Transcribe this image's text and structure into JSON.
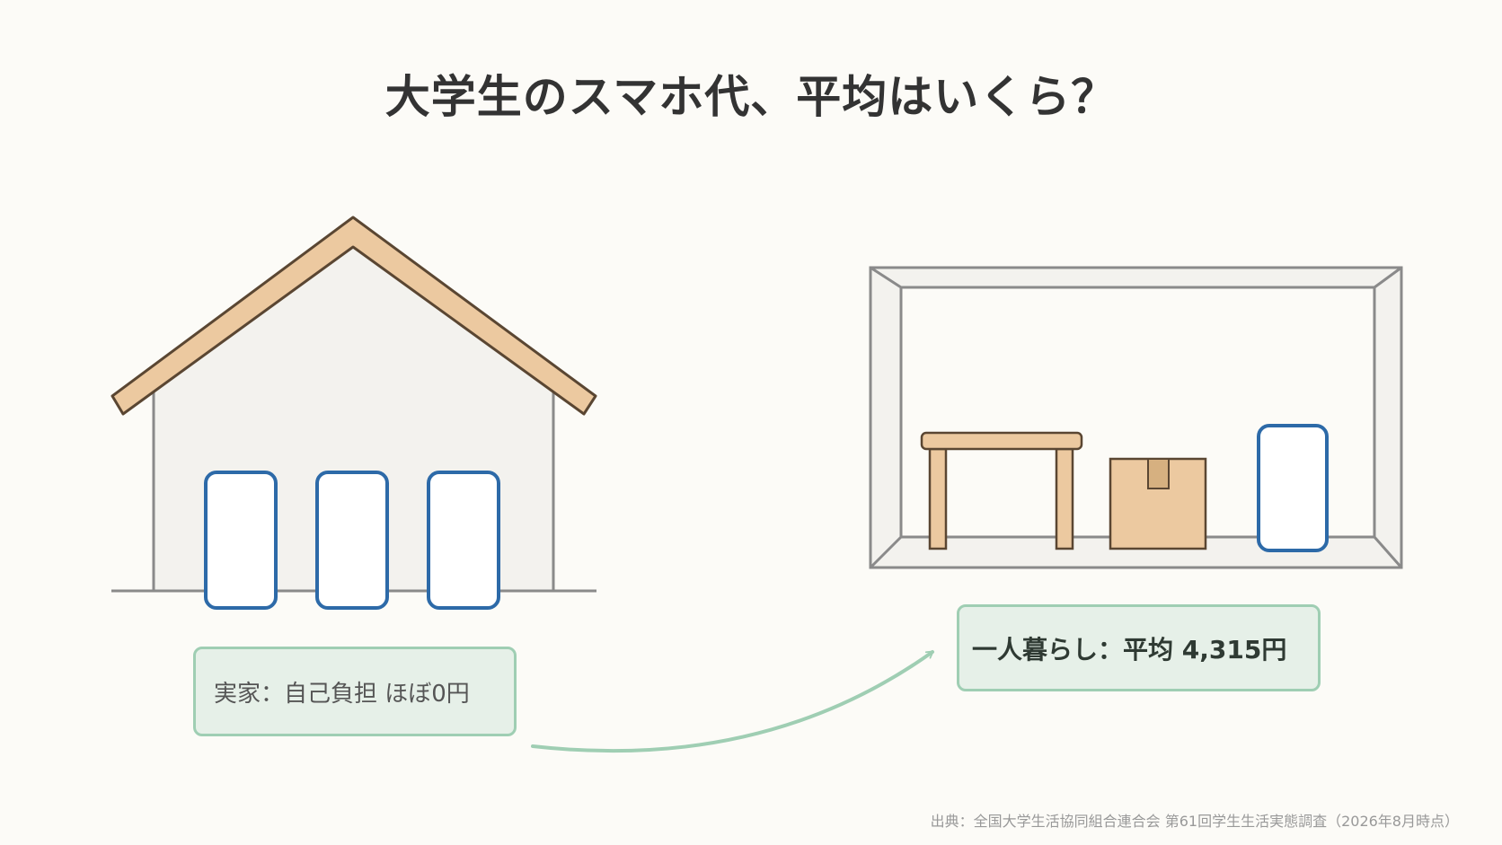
{
  "title": "大学生のスマホ代、平均はいくら？",
  "scenes": {
    "family_home": {
      "label": "実家：自己負担 ほぼ0円",
      "smartphone_count": 3
    },
    "living_alone": {
      "label": "一人暮らし：平均 4,315円",
      "smartphone_count": 1
    }
  },
  "icons": {
    "house": "house-icon",
    "room": "room-icon",
    "table": "table-icon",
    "box": "cardboard-box-icon",
    "phone": "smartphone-icon",
    "arrow": "curved-arrow-icon"
  },
  "colors": {
    "roof": "#ecc9a0",
    "outline": "#5a4632",
    "phone_border": "#2d6aa8",
    "label_fill": "#e6f0e8",
    "label_border": "#9fceb3",
    "arrow": "#9fceb3"
  },
  "source": "出典：全国大学生活協同組合連合会 第61回学生生活実態調査（2026年8月時点）"
}
